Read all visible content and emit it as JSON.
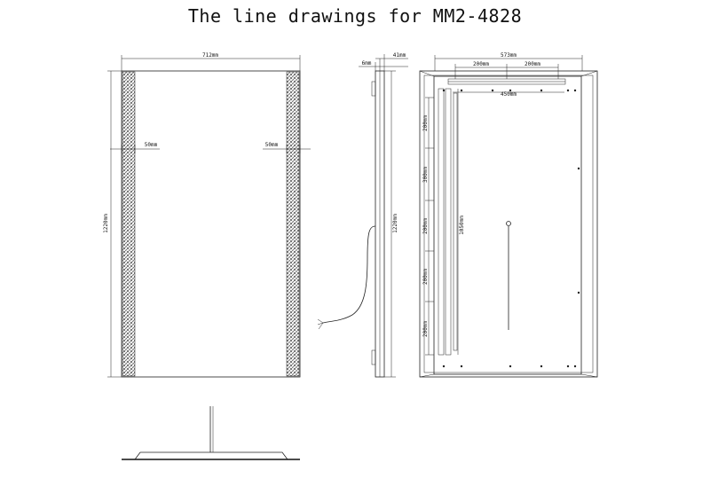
{
  "title": "The line drawings for MM2-4828",
  "front_view": {
    "width_label": "712mm",
    "height_label": "1220mm",
    "left_band_label": "50mm",
    "right_band_label": "50mm"
  },
  "side_view": {
    "depth_label": "41mm",
    "frame_label": "6mm",
    "height_label": "1220mm"
  },
  "back_view": {
    "width_label": "573mm",
    "spacing_left_label": "200mm",
    "spacing_right_label": "200mm",
    "inner_width_label": "450mm",
    "inner_height_label": "1050mm",
    "vertical_spacing_labels": [
      "200mm",
      "300mm",
      "200mm",
      "200mm",
      "200mm"
    ]
  },
  "colors": {
    "line": "#222222",
    "background": "#ffffff"
  }
}
